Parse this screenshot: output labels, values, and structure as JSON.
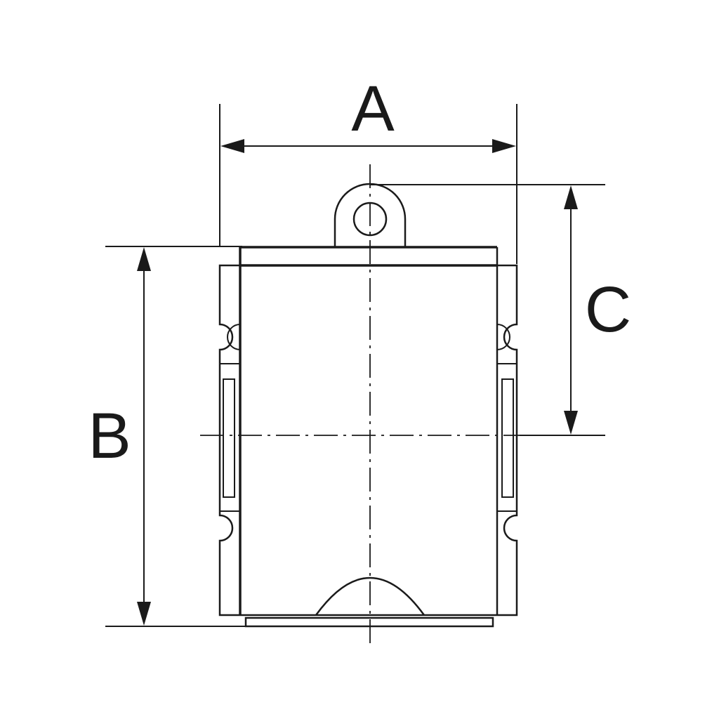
{
  "dimensions": {
    "a_label": "A",
    "b_label": "B",
    "c_label": "C"
  },
  "colors": {
    "stroke": "#1a1a1a",
    "background": "#ffffff",
    "plate": "#d0d0d0"
  },
  "icons": {
    "dimension_arrow": "filled-arrowhead",
    "centerline": "dash-dot-line"
  }
}
